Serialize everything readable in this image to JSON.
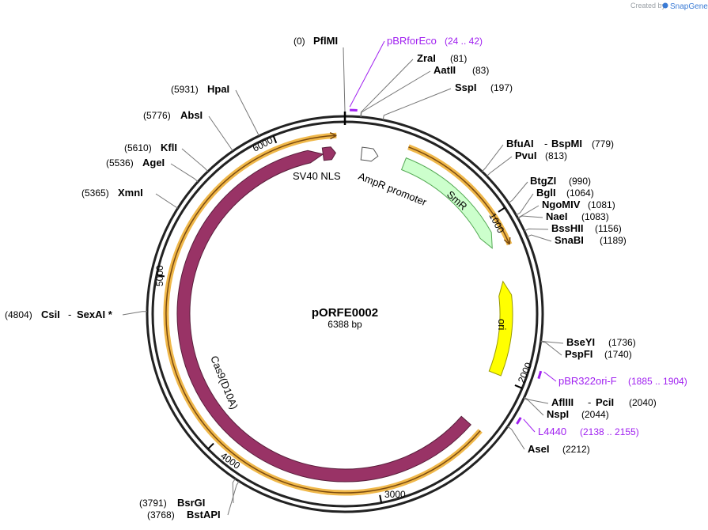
{
  "credit": {
    "prefix": "Created by",
    "brand": "SnapGene"
  },
  "plasmid": {
    "name": "pORFE0002",
    "length_label": "6388 bp",
    "length": 6388
  },
  "ticks": [
    {
      "pos": 1000,
      "label": "1000"
    },
    {
      "pos": 2000,
      "label": "2000"
    },
    {
      "pos": 3000,
      "label": "3000"
    },
    {
      "pos": 4000,
      "label": "4000"
    },
    {
      "pos": 5000,
      "label": "5000"
    },
    {
      "pos": 6000,
      "label": "6000"
    }
  ],
  "sites": [
    {
      "name": "PflMI",
      "pos": 0,
      "pos_label": "(0)"
    },
    {
      "name": "ZraI",
      "pos": 81,
      "pos_label": "(81)"
    },
    {
      "name": "AatII",
      "pos": 83,
      "pos_label": "(83)"
    },
    {
      "name": "SspI",
      "pos": 197,
      "pos_label": "(197)"
    },
    {
      "name": "BfuAI",
      "name2": "BspMI",
      "pos": 779,
      "pos_label": "(779)"
    },
    {
      "name": "PvuI",
      "pos": 813,
      "pos_label": "(813)"
    },
    {
      "name": "BtgZI",
      "pos": 990,
      "pos_label": "(990)"
    },
    {
      "name": "BglI",
      "pos": 1064,
      "pos_label": "(1064)"
    },
    {
      "name": "NgoMIV",
      "pos": 1081,
      "pos_label": "(1081)"
    },
    {
      "name": "NaeI",
      "pos": 1083,
      "pos_label": "(1083)"
    },
    {
      "name": "BssHII",
      "pos": 1156,
      "pos_label": "(1156)"
    },
    {
      "name": "SnaBI",
      "pos": 1189,
      "pos_label": "(1189)"
    },
    {
      "name": "BseYI",
      "pos": 1736,
      "pos_label": "(1736)"
    },
    {
      "name": "PspFI",
      "pos": 1740,
      "pos_label": "(1740)"
    },
    {
      "name": "AflIII",
      "name2": "PciI",
      "pos": 2040,
      "pos_label": "(2040)"
    },
    {
      "name": "NspI",
      "pos": 2044,
      "pos_label": "(2044)"
    },
    {
      "name": "AseI",
      "pos": 2212,
      "pos_label": "(2212)"
    },
    {
      "name": "BsrGI",
      "pos": 3791,
      "pos_label": "(3791)"
    },
    {
      "name": "BstAPI",
      "pos": 3768,
      "pos_label": "(3768)"
    },
    {
      "name": "CsiI",
      "name2": "SexAI *",
      "pos": 4804,
      "pos_label": "(4804)"
    },
    {
      "name": "XmnI",
      "pos": 5365,
      "pos_label": "(5365)"
    },
    {
      "name": "AgeI",
      "pos": 5536,
      "pos_label": "(5536)"
    },
    {
      "name": "KflI",
      "pos": 5610,
      "pos_label": "(5610)"
    },
    {
      "name": "AbsI",
      "pos": 5776,
      "pos_label": "(5776)"
    },
    {
      "name": "HpaI",
      "pos": 5931,
      "pos_label": "(5931)"
    }
  ],
  "primers": [
    {
      "name": "pBRforEco",
      "range": "(24 .. 42)",
      "start": 24,
      "end": 42
    },
    {
      "name": "pBR322ori-F",
      "range": "(1885 .. 1904)",
      "start": 1885,
      "end": 1904
    },
    {
      "name": "L4440",
      "range": "(2138 .. 2155)",
      "start": 2138,
      "end": 2155
    }
  ],
  "features": [
    {
      "name": "AmpR promoter",
      "start": 105,
      "end": 210,
      "color": "#ffffff",
      "stroke": "#555555",
      "direction": 1
    },
    {
      "name": "SmR",
      "start": 380,
      "end": 1170,
      "color": "#ccffcc",
      "stroke": "#55aa55",
      "direction": 1
    },
    {
      "name": "ori",
      "start": 1390,
      "end": 1980,
      "color": "#ffff00",
      "stroke": "#999900",
      "direction": -1
    },
    {
      "name": "Cas9(D10A)",
      "start": 2330,
      "end": 6250,
      "color": "#993366",
      "stroke": "#5a1e3c",
      "direction": 1
    },
    {
      "name": "SV40 NLS",
      "start": 6250,
      "end": 6330,
      "color": "#993366",
      "stroke": "#5a1e3c",
      "direction": 1
    }
  ],
  "orfs": [
    {
      "start": 370,
      "end": 1190,
      "direction": 1
    },
    {
      "start": 2320,
      "end": 6340,
      "direction": 1
    }
  ],
  "colors": {
    "primer": "#a020f0",
    "orf": "#f0b84a",
    "orf_line": "#7a4a10",
    "backbone": "#222222"
  }
}
